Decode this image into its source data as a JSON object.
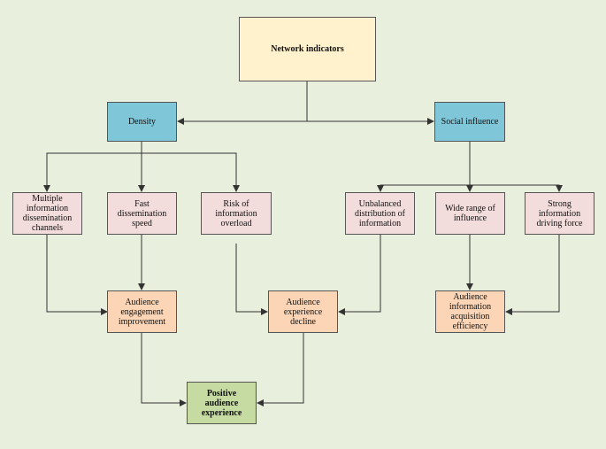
{
  "colors": {
    "background": "#e9efdd",
    "root": "#fff2cc",
    "level1": "#7fc6d8",
    "factor": "#f3dcdc",
    "outcome": "#fbd5b5",
    "final": "#c5dba1",
    "stroke": "#333333"
  },
  "nodes": {
    "root": "Network indicators",
    "density": "Density",
    "social": "Social influence",
    "multi": "Multiple\ninformation\ndissemination\nchannels",
    "fast": "Fast\ndissemination\nspeed",
    "risk": "Risk of\ninformation\noverload",
    "unbal": "Unbalanced\ndistribution of\ninformation",
    "wide": "Wide range of\ninfluence",
    "strong": "Strong\ninformation\ndriving force",
    "engage": "Audience\nengagement\nimprovement",
    "decline": "Audience\nexperience\ndecline",
    "acq": "Audience\ninformation\nacquisition\nefficiency",
    "positive": "Positive\naudience\nexperience"
  }
}
